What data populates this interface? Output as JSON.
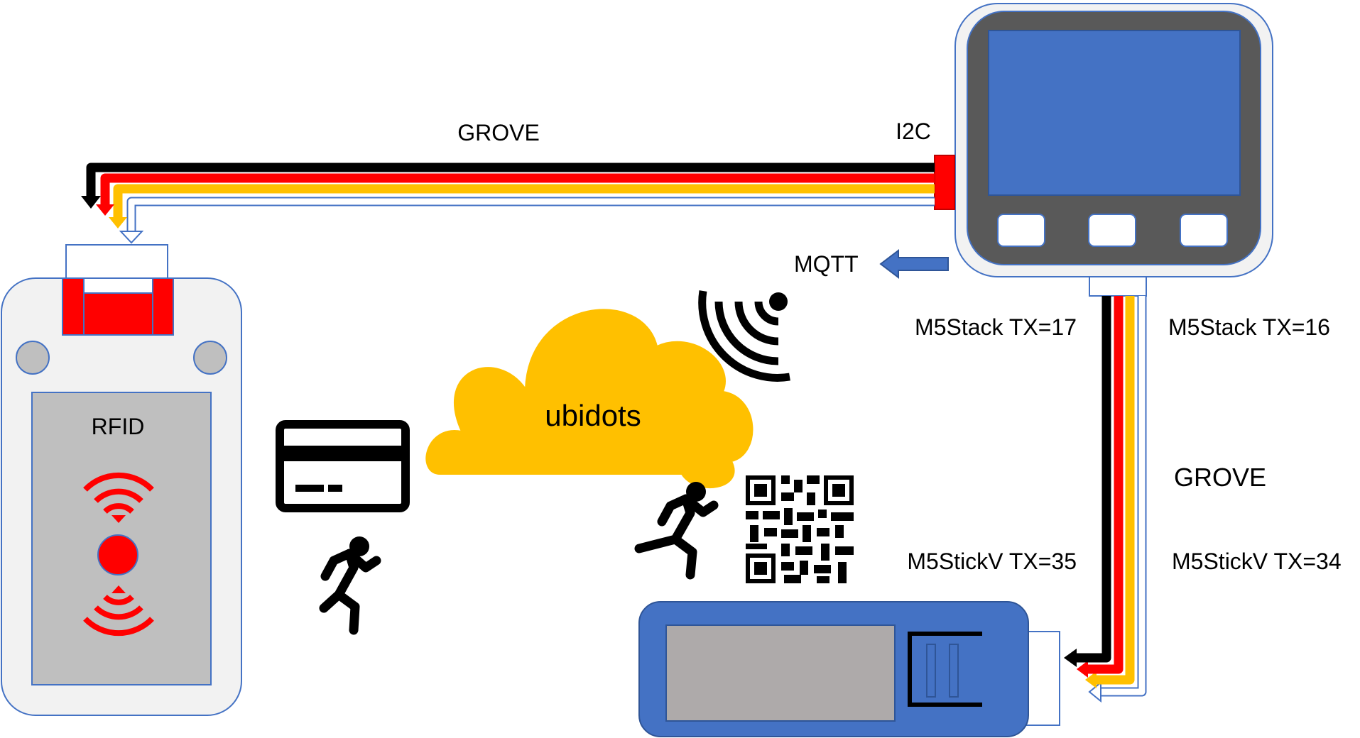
{
  "colors": {
    "blue": "#4472C4",
    "red": "#FF0000",
    "black": "#000000",
    "yellow": "#FFC000",
    "gray_dark": "#595959",
    "gray_light": "#BFBFBF",
    "device_bg": "#F2F2F2",
    "cloud": "#FFC000"
  },
  "labels": {
    "grove_top": "GROVE",
    "i2c": "I2C",
    "mqtt": "MQTT",
    "m5stack_tx17": "M5Stack TX=17",
    "m5stack_tx16": "M5Stack TX=16",
    "grove_right": "GROVE",
    "m5stickv_tx35": "M5StickV TX=35",
    "m5stickv_tx34": "M5StickV TX=34",
    "rfid": "RFID",
    "cloud": "ubidots"
  },
  "icons": {
    "card": "credit-card-icon",
    "runner_left": "running-person-icon",
    "runner_right": "running-person-icon",
    "qr": "qr-code-icon",
    "wifi": "wifi-signal-icon",
    "mqtt_arrow": "left-arrow-icon"
  }
}
